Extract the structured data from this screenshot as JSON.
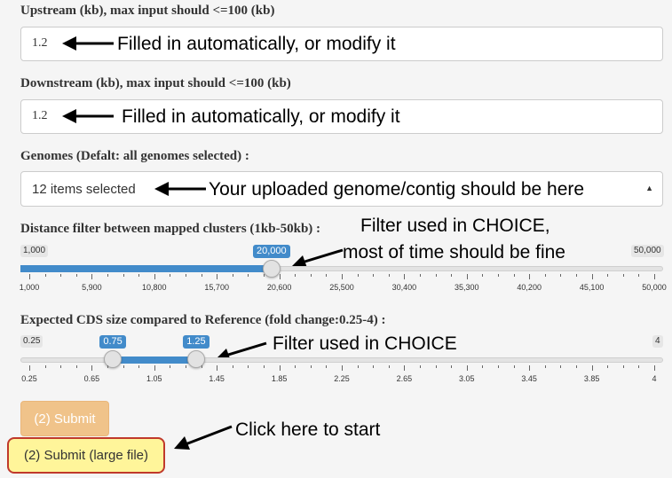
{
  "upstream": {
    "label": "Upstream (kb), max input should <=100 (kb)",
    "value": "1.2",
    "annotation": "Filled in automatically, or modify it"
  },
  "downstream": {
    "label": "Downstream (kb), max input should <=100 (kb)",
    "value": "1.2",
    "annotation": "Filled in automatically, or modify it"
  },
  "genomes": {
    "label": "Genomes (Defalt: all genomes selected) :",
    "value": "12 items selected",
    "annotation": "Your uploaded genome/contig should be here",
    "caret": "▲"
  },
  "distance": {
    "label": "Distance filter between mapped clusters (1kb-50kb) :",
    "min_label": "1,000",
    "max_label": "50,000",
    "value_label": "20,000",
    "min": 1000,
    "max": 50000,
    "value": 20000,
    "ticks": [
      "1,000",
      "5,900",
      "10,800",
      "15,700",
      "20,600",
      "25,500",
      "30,400",
      "35,300",
      "40,200",
      "45,100",
      "50,000"
    ],
    "annotation_line1": "Filter used in CHOICE,",
    "annotation_line2": "most of time should be fine"
  },
  "cds": {
    "label": "Expected CDS size compared to Reference (fold change:0.25-4) :",
    "min_label": "0.25",
    "max_label": "4",
    "from_label": "0.75",
    "to_label": "1.25",
    "min": 0.25,
    "max": 4,
    "from": 0.75,
    "to": 1.25,
    "ticks": [
      "0.25",
      "0.65",
      "1.05",
      "1.45",
      "1.85",
      "2.25",
      "2.65",
      "3.05",
      "3.45",
      "3.85",
      "4"
    ],
    "annotation": "Filter used in CHOICE"
  },
  "buttons": {
    "submit": "(2) Submit",
    "submit_large": "(2) Submit (large file)",
    "annotation": "Click here to start"
  },
  "colors": {
    "accent": "#428bca",
    "submit_bg": "#f0c38a",
    "large_bg": "#fff59a",
    "large_border": "#c0392b"
  }
}
